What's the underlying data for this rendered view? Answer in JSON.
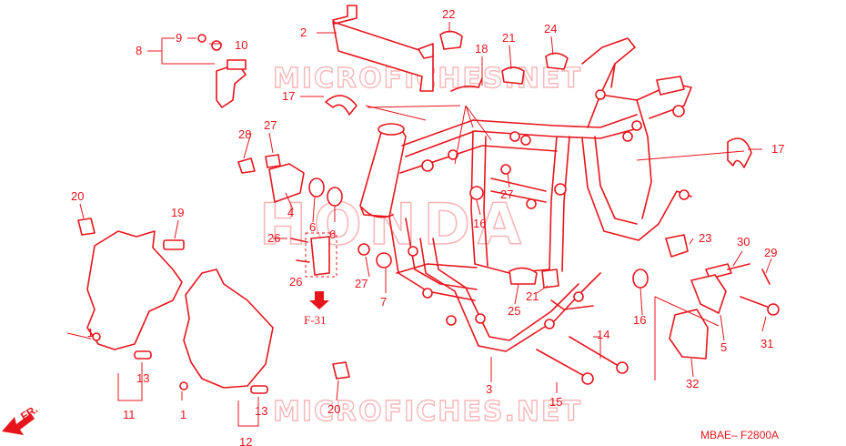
{
  "diagram": {
    "code": "MBAE– F2800A",
    "ref_label": "F-31",
    "direction_label": "FR.",
    "watermark_text": "MICROFICHES.NET",
    "watermark_logo": "HONDA",
    "accent_color": "#e8141c"
  },
  "callouts": {
    "c1a": "1",
    "c1b": "1",
    "c2": "2",
    "c3": "3",
    "c4": "4",
    "c5": "5",
    "c6a": "6",
    "c6b": "6",
    "c7": "7",
    "c8": "8",
    "c9": "9",
    "c10": "10",
    "c11": "11",
    "c12": "12",
    "c13a": "13",
    "c13b": "13",
    "c14": "14",
    "c15": "15",
    "c16a": "16",
    "c16b": "16",
    "c17a": "17",
    "c17b": "17",
    "c18": "18",
    "c19": "19",
    "c20a": "20",
    "c20b": "20",
    "c21a": "21",
    "c21b": "21",
    "c22": "22",
    "c23": "23",
    "c24": "24",
    "c25": "25",
    "c26a": "26",
    "c26b": "26",
    "c27a": "27",
    "c27b": "27",
    "c27c": "27",
    "c28": "28",
    "c29": "29",
    "c30": "30",
    "c31": "31",
    "c32": "32"
  }
}
